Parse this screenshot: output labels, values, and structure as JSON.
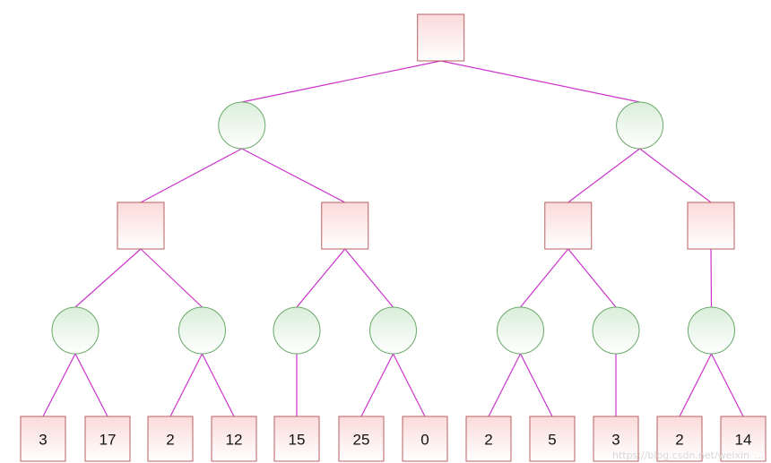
{
  "tree": {
    "node_kinds": {
      "max": "square",
      "min": "circle"
    },
    "colors": {
      "edge": "#cc33cc",
      "max_fill_top": "#fbdada",
      "max_fill_bottom": "#ffffff",
      "max_stroke": "#b86060",
      "min_fill_top": "#daeeda",
      "min_fill_bottom": "#ffffff",
      "min_stroke": "#6aa86a"
    },
    "root": {
      "kind": "max",
      "children": [
        {
          "kind": "min",
          "children": [
            {
              "kind": "max",
              "children": [
                {
                  "kind": "min",
                  "children": [
                    {
                      "kind": "leaf",
                      "value": "3"
                    },
                    {
                      "kind": "leaf",
                      "value": "17"
                    }
                  ]
                },
                {
                  "kind": "min",
                  "children": [
                    {
                      "kind": "leaf",
                      "value": "2"
                    },
                    {
                      "kind": "leaf",
                      "value": "12"
                    }
                  ]
                }
              ]
            },
            {
              "kind": "max",
              "children": [
                {
                  "kind": "min",
                  "children": [
                    {
                      "kind": "leaf",
                      "value": "15"
                    }
                  ]
                },
                {
                  "kind": "min",
                  "children": [
                    {
                      "kind": "leaf",
                      "value": "25"
                    },
                    {
                      "kind": "leaf",
                      "value": "0"
                    }
                  ]
                }
              ]
            }
          ]
        },
        {
          "kind": "min",
          "children": [
            {
              "kind": "max",
              "children": [
                {
                  "kind": "min",
                  "children": [
                    {
                      "kind": "leaf",
                      "value": "2"
                    },
                    {
                      "kind": "leaf",
                      "value": "5"
                    }
                  ]
                },
                {
                  "kind": "min",
                  "children": [
                    {
                      "kind": "leaf",
                      "value": "3"
                    }
                  ]
                }
              ]
            },
            {
              "kind": "max",
              "children": [
                {
                  "kind": "min",
                  "children": [
                    {
                      "kind": "leaf",
                      "value": "2"
                    },
                    {
                      "kind": "leaf",
                      "value": "14"
                    }
                  ]
                }
              ]
            }
          ]
        }
      ]
    }
  },
  "watermark": "https://blog.csdn.net/weixin_..."
}
